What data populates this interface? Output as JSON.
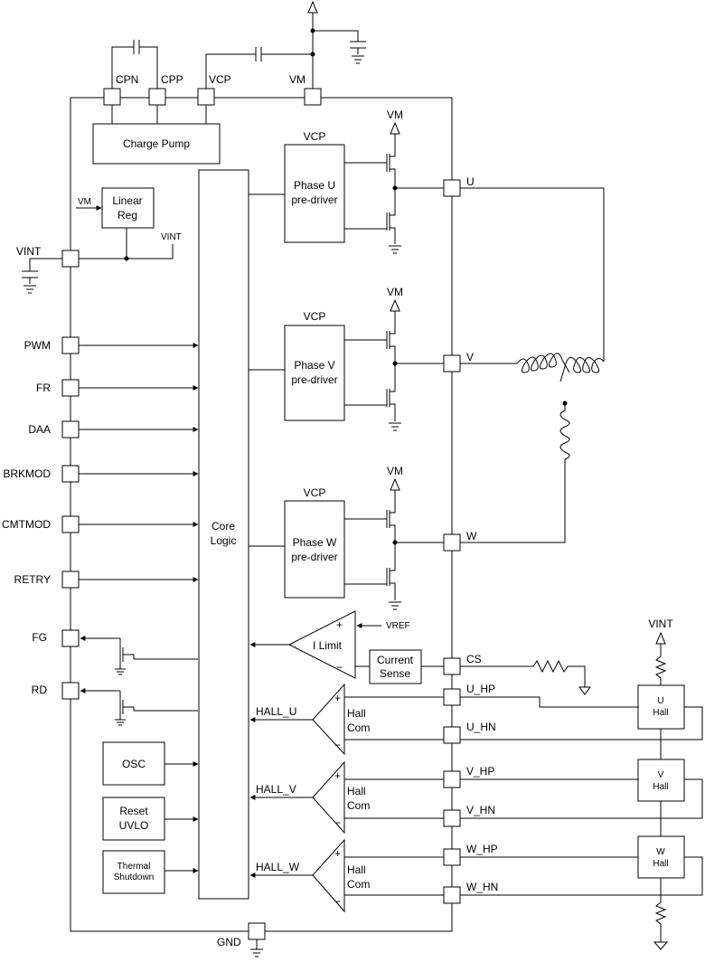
{
  "top": {
    "cpn": "CPN",
    "cpp": "CPP",
    "vcp": "VCP",
    "vm": "VM",
    "charge_pump": "Charge Pump"
  },
  "linear_reg": {
    "line1": "Linear",
    "line2": "Reg",
    "vm_in": "VM",
    "vint_out": "VINT"
  },
  "left_pins": {
    "vint": "VINT",
    "pwm": "PWM",
    "fr": "FR",
    "daa": "DAA",
    "brkmod": "BRKMOD",
    "cmtmod": "CMTMOD",
    "retry": "RETRY",
    "fg": "FG",
    "rd": "RD"
  },
  "core": {
    "line1": "Core",
    "line2": "Logic"
  },
  "blocks": {
    "osc": "OSC",
    "reset_line1": "Reset",
    "reset_line2": "UVLO",
    "thermal_line1": "Thermal",
    "thermal_line2": "Shutdown"
  },
  "phases": [
    {
      "vcp": "VCP",
      "vm": "VM",
      "line1": "Phase U",
      "line2": "pre-driver",
      "pin": "U"
    },
    {
      "vcp": "VCP",
      "vm": "VM",
      "line1": "Phase V",
      "line2": "pre-driver",
      "pin": "V"
    },
    {
      "vcp": "VCP",
      "vm": "VM",
      "line1": "Phase W",
      "line2": "pre-driver",
      "pin": "W"
    }
  ],
  "current": {
    "limit": "I Limit",
    "plus": "+",
    "minus": "−",
    "vref": "VREF",
    "sense_line1": "Current",
    "sense_line2": "Sense",
    "pin": "CS"
  },
  "halls": [
    {
      "signal": "HALL_U",
      "line1": "Hall",
      "line2": "Com",
      "plus": "+",
      "minus": "−",
      "hp": "U_HP",
      "hn": "U_HN",
      "sensor1": "U",
      "sensor2": "Hall"
    },
    {
      "signal": "HALL_V",
      "line1": "Hall",
      "line2": "Com",
      "plus": "+",
      "minus": "−",
      "hp": "V_HP",
      "hn": "V_HN",
      "sensor1": "V",
      "sensor2": "Hall"
    },
    {
      "signal": "HALL_W",
      "line1": "Hall",
      "line2": "Com",
      "plus": "+",
      "minus": "−",
      "hp": "W_HP",
      "hn": "W_HN",
      "sensor1": "W",
      "sensor2": "Hall"
    }
  ],
  "supply": {
    "vint": "VINT",
    "gnd": "GND"
  }
}
